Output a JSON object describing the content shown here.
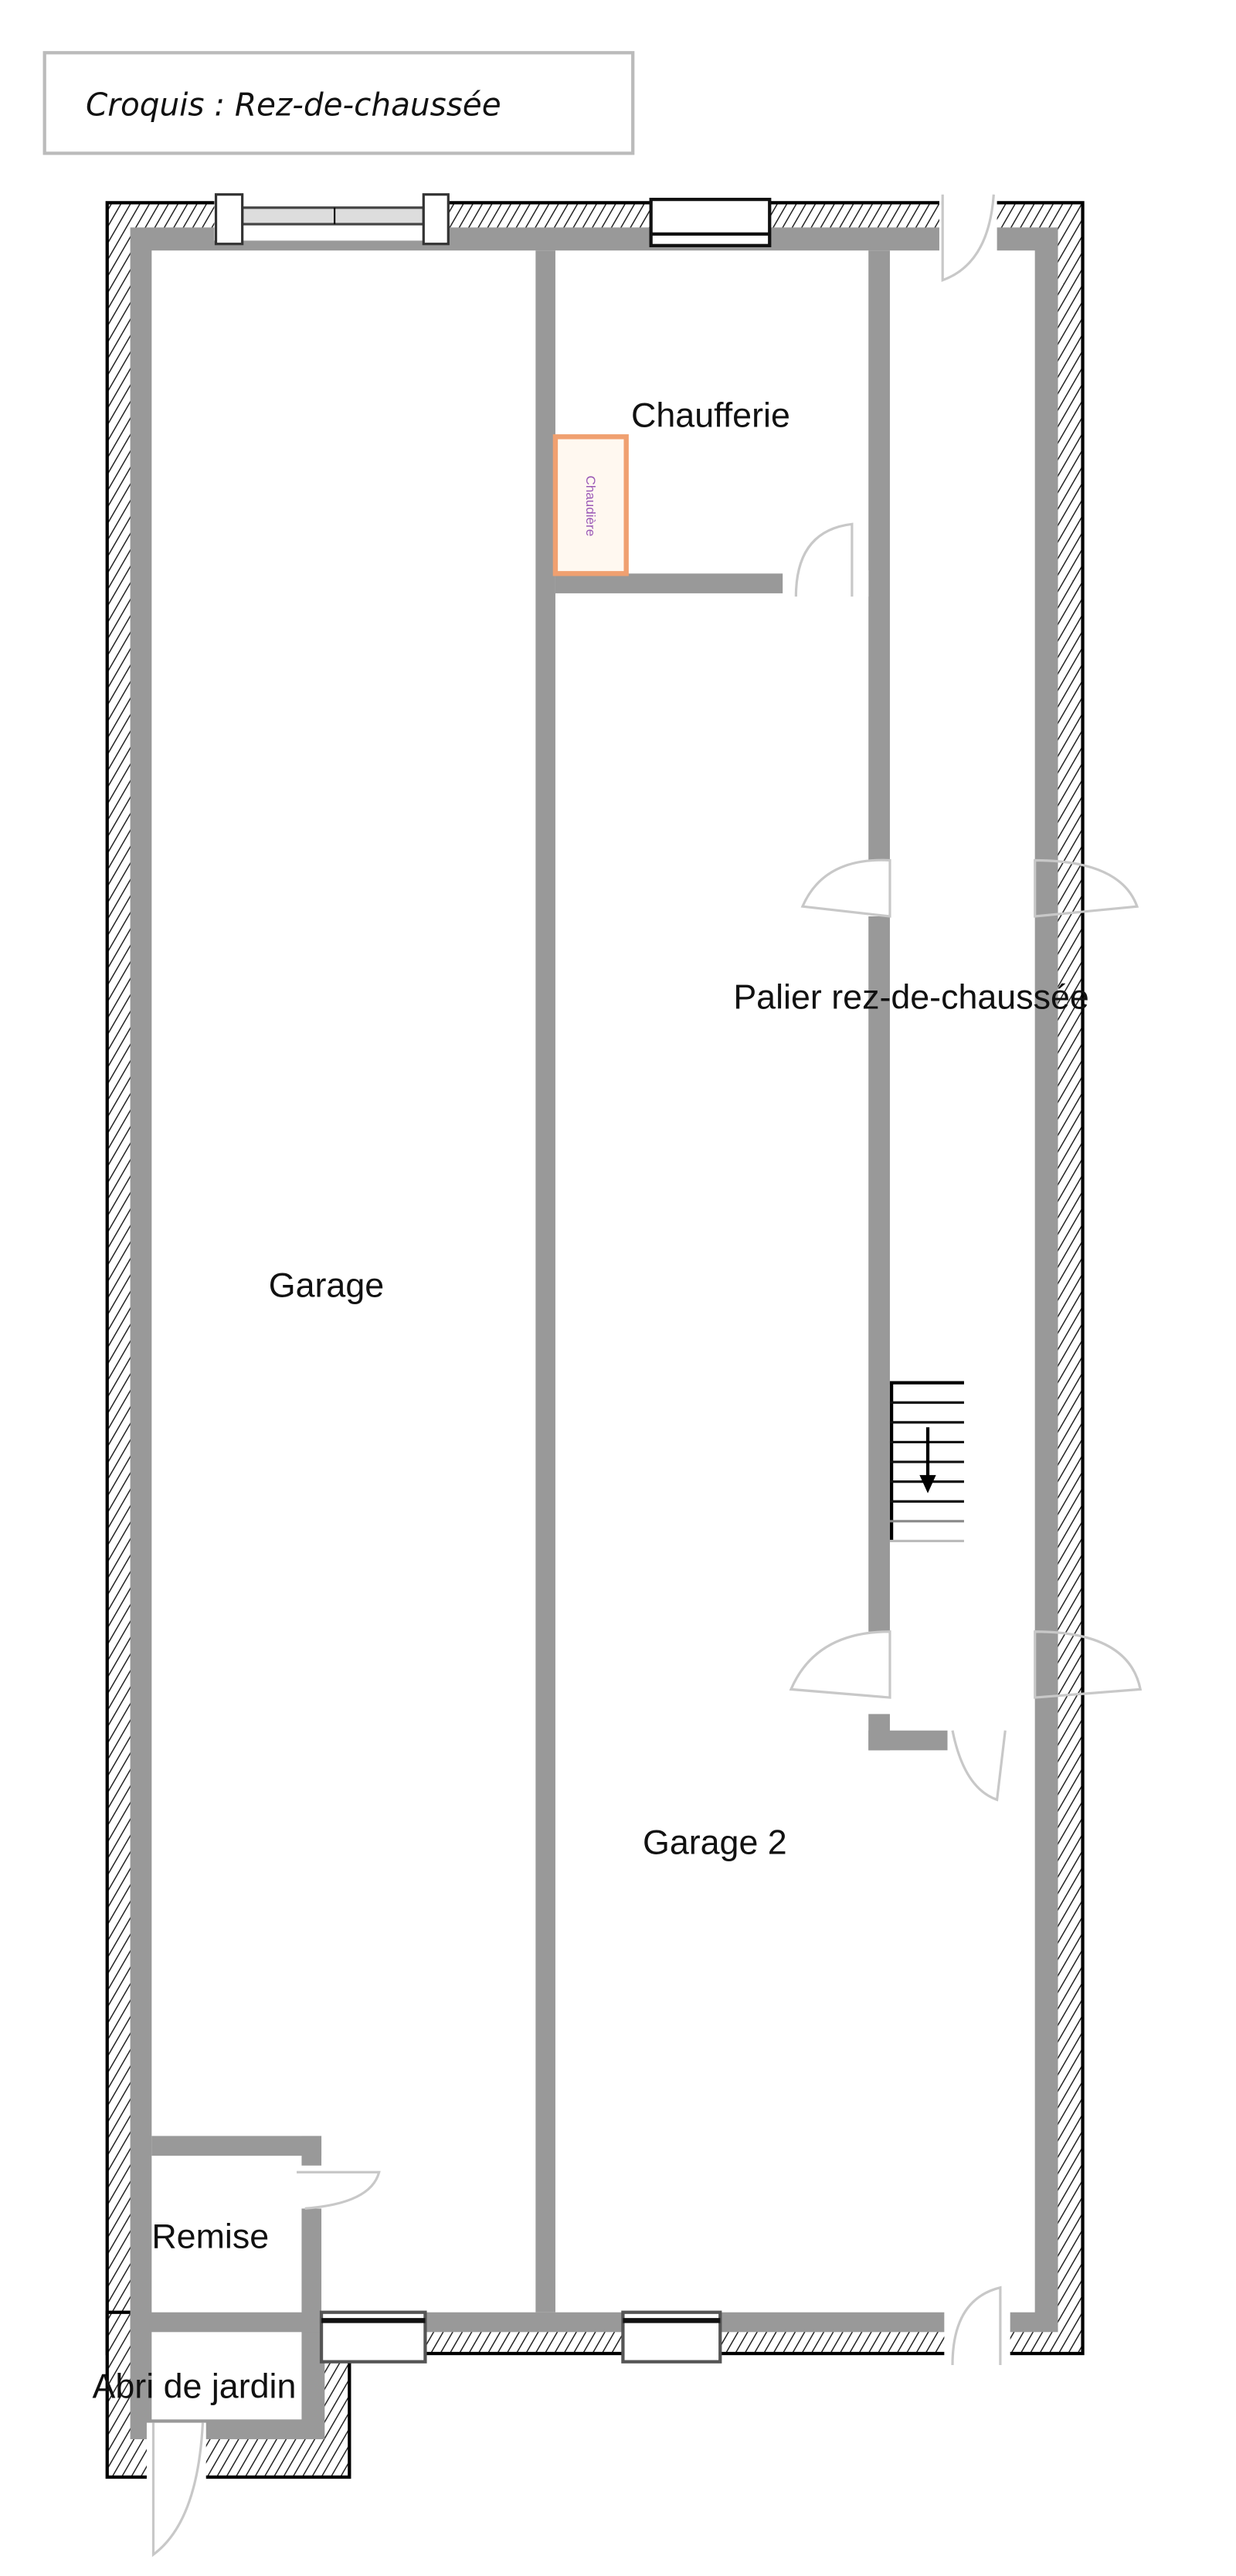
{
  "title": "Croquis : Rez-de-chaussée",
  "rooms": {
    "chaufferie": "Chaufferie",
    "palier": "Palier rez-de-chaussée",
    "garage": "Garage",
    "garage2": "Garage 2",
    "remise": "Remise",
    "abri": "Abri de jardin"
  },
  "boiler_label": "Chaudière",
  "colors": {
    "wall": "#999999",
    "boiler_border": "#f0a070",
    "boiler_text": "#9b59b6"
  }
}
